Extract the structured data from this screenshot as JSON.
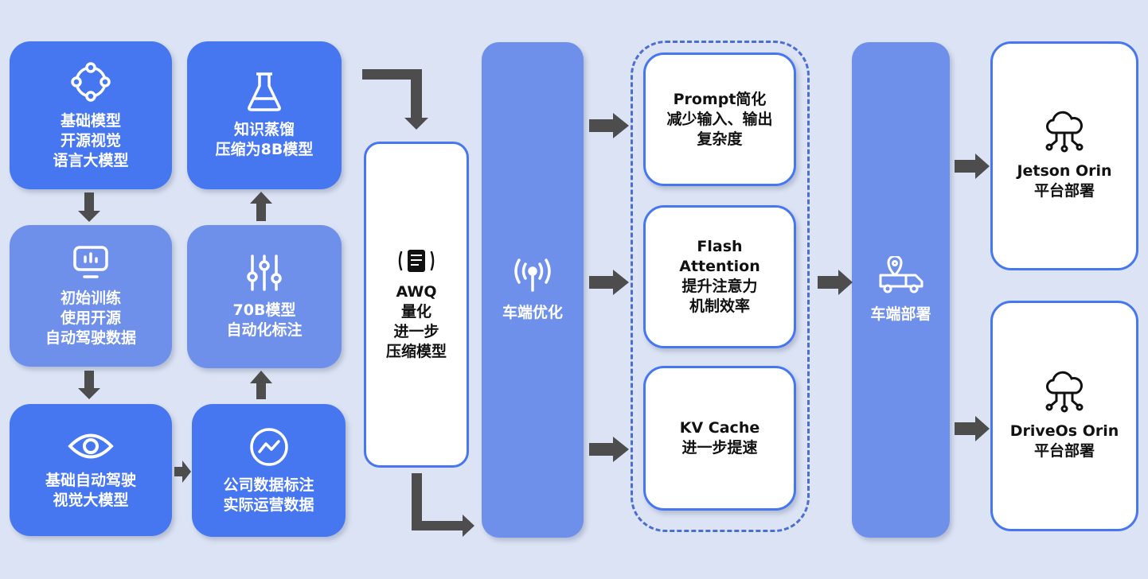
{
  "boxes": {
    "base_model": {
      "lines": [
        "基础模型",
        "开源视觉",
        "语言大模型"
      ]
    },
    "initial_training": {
      "lines": [
        "初始训练",
        "使用开源",
        "自动驾驶数据"
      ]
    },
    "base_ad_model": {
      "lines": [
        "基础自动驾驶",
        "视觉大模型"
      ]
    },
    "distill": {
      "lines": [
        "知识蒸馏",
        "压缩为8B模型"
      ]
    },
    "auto_label": {
      "lines": [
        "70B模型",
        "自动化标注"
      ]
    },
    "company_data": {
      "lines": [
        "公司数据标注",
        "实际运营数据"
      ]
    },
    "awq": {
      "lines": [
        "AWQ",
        "量化",
        "进一步",
        "压缩模型"
      ]
    },
    "vehicle_opt": {
      "label": "车端优化"
    },
    "prompt": {
      "lines": [
        "Prompt简化",
        "减少输入、输出",
        "复杂度"
      ]
    },
    "flash": {
      "lines": [
        "Flash",
        "Attention",
        "提升注意力",
        "机制效率"
      ]
    },
    "kvcache": {
      "lines": [
        "KV Cache",
        "进一步提速"
      ]
    },
    "vehicle_deploy": {
      "label": "车端部署"
    },
    "jetson": {
      "lines": [
        "Jetson Orin",
        "平台部署"
      ]
    },
    "driveos": {
      "lines": [
        "DriveOs Orin",
        "平台部署"
      ]
    }
  },
  "icons": {
    "base_model": "network-cycle-icon",
    "initial_training": "monitor-chart-icon",
    "base_ad_model": "eye-icon",
    "distill": "flask-icon",
    "auto_label": "sliders-icon",
    "company_data": "trend-circle-icon",
    "awq": "document-wave-icon",
    "vehicle_opt": "antenna-icon",
    "vehicle_deploy": "delivery-truck-icon",
    "jetson": "cloud-network-icon",
    "driveos": "cloud-network-icon"
  },
  "colors": {
    "background": "#dbe3f4",
    "primary_blue": "#4677f0",
    "light_blue": "#6f90ea",
    "arrow": "#4d4d4d",
    "dashed_border": "#4a6fd0"
  }
}
